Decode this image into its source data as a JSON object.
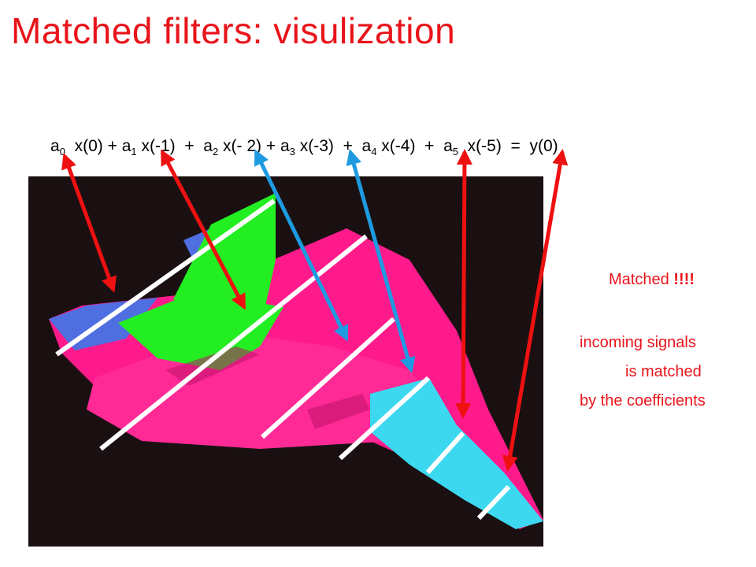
{
  "slide": {
    "title": "Matched filters: visulization"
  },
  "equation": {
    "terms": [
      {
        "coef": "a",
        "index": "0",
        "arg": "x(0)"
      },
      {
        "coef": "a",
        "index": "1",
        "arg": "x(-1)"
      },
      {
        "coef": "a",
        "index": "2",
        "arg": "x(- 2)"
      },
      {
        "coef": "a",
        "index": "3",
        "arg": "x(-3)"
      },
      {
        "coef": "a",
        "index": "4",
        "arg": "x(-4)"
      },
      {
        "coef": "a",
        "index": "5",
        "arg": "x(-5)"
      }
    ],
    "plus": "+",
    "equals": "=",
    "result": "y(0)"
  },
  "annotations": {
    "matched_label": "Matched",
    "matched_emphasis": "!!!!",
    "line1": "incoming signals",
    "line2": "is matched",
    "line3": "by the coefficients"
  },
  "colors": {
    "title": "#e8141a",
    "arrow_red": "#ee1111",
    "arrow_blue": "#1e9be0",
    "background_panel": "#1a1012",
    "jet_pink": "#ff1a8c",
    "jet_green": "#22ee22",
    "jet_blue": "#4f6fe0",
    "jet_cyan": "#3cd8f0",
    "sample_lines": "#ffffff"
  },
  "icons": {
    "image": "fighter-jet-image"
  }
}
